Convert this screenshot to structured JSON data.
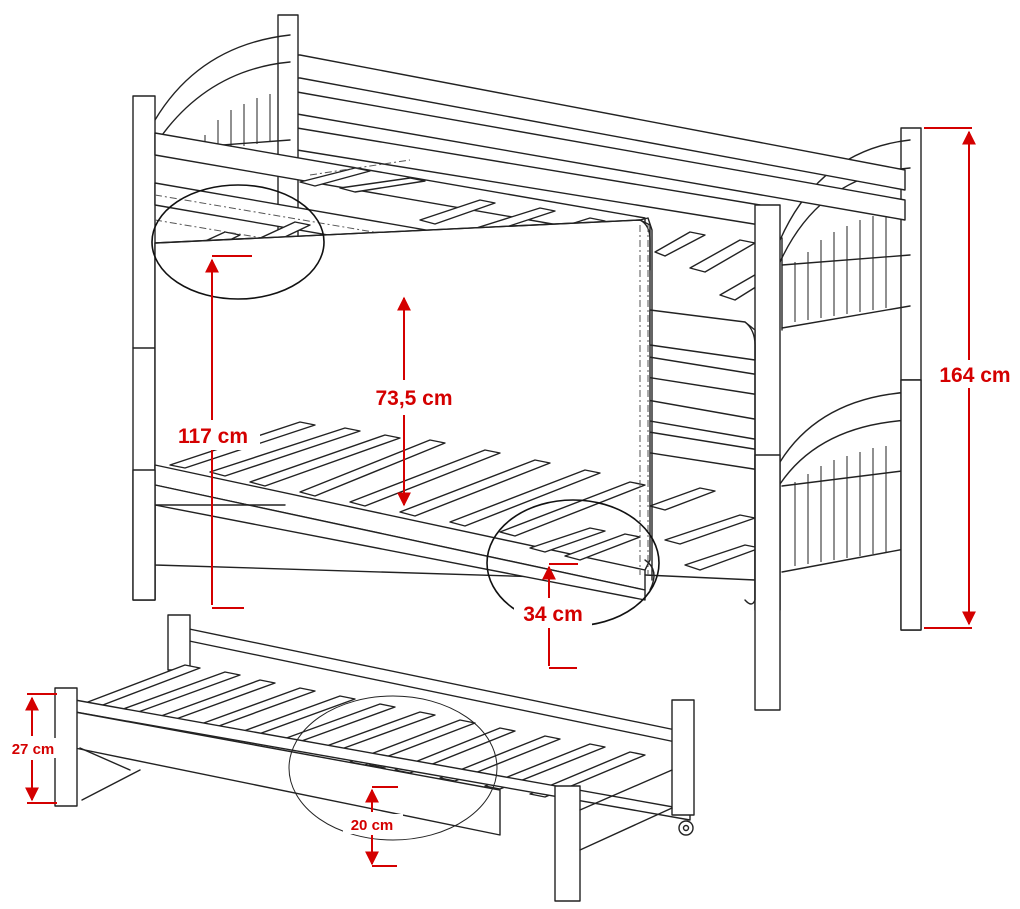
{
  "dimension_color": "#d40000",
  "line_color": "#222222",
  "dimensions": {
    "total_height": "164 cm",
    "lower_bed_to_upper_bed": "73,5 cm",
    "upper_bed_height": "117 cm",
    "lower_bed_height": "34 cm",
    "trundle_height": "27 cm",
    "trundle_bed_height": "20 cm"
  }
}
